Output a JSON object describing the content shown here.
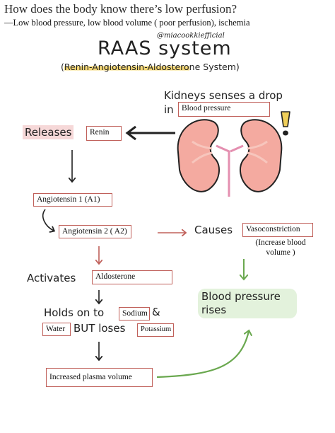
{
  "header": {
    "question": "How does the body know there’s low perfusion?",
    "subtitle": "—Low blood pressure, low blood volume ( poor perfusion), ischemia"
  },
  "diagram": {
    "watermark": "@miacookkiefficial",
    "title": "RAAS system",
    "subtitle_parts": {
      "open": "(",
      "highlighted": "Renin-Angiotensin-Aldostero",
      "rest": "ne System)"
    },
    "kidneys_label_line1": "Kidneys senses a drop",
    "kidneys_label_in": "in",
    "blood_pressure_box": "Blood pressure",
    "releases_label": "Releases",
    "renin_box": "Renin",
    "angiotensin1_box": "Angiotensin 1 (A1)",
    "angiotensin2_box": "Angiotensin 2 ( A2)",
    "causes_label": "Causes",
    "vasoconstriction_box": "Vasoconstriction",
    "vasoconstriction_note": "(Increase blood volume )",
    "activates_label": "Activates",
    "aldosterone_box": "Aldosterone",
    "holds_on_label": "Holds on to",
    "sodium_box": "Sodium",
    "ampersand": "&",
    "water_box": "Water",
    "but_loses_label": "BUT loses",
    "potassium_box": "Potassium",
    "plasma_box": "Increased plasma volume",
    "bp_rises_line1": "Blood pressure",
    "bp_rises_line2": "rises",
    "exclamation": "!"
  },
  "colors": {
    "box_border": "#c0605a",
    "arrow_red": "#c0605a",
    "arrow_green": "#6aa84f",
    "highlight_pink": "#f6d8d8",
    "highlight_yellow": "#f5d774",
    "kidney_fill": "#f4aaa0",
    "kidney_inner": "#f7c6bd",
    "green_pill": "#e3f2dc"
  },
  "icons": [
    "kidney-icon",
    "exclamation-icon"
  ]
}
